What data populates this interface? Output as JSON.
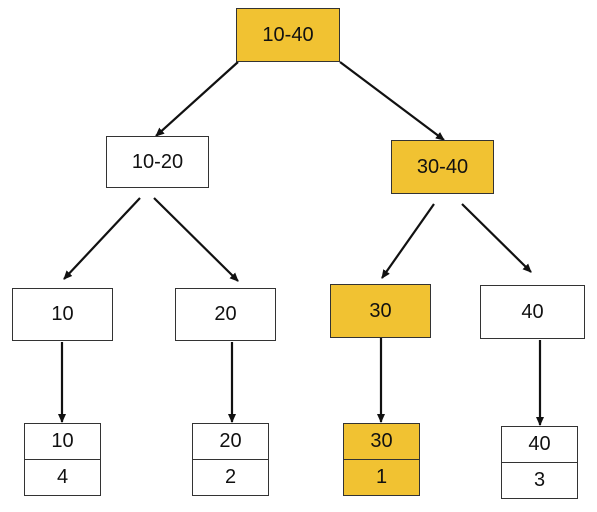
{
  "colors": {
    "highlight": "#f1c232",
    "edge": "#111111"
  },
  "tree": {
    "root": {
      "label": "10-40",
      "highlighted": true
    },
    "left_internal": {
      "label": "10-20",
      "highlighted": false
    },
    "right_internal": {
      "label": "30-40",
      "highlighted": true
    },
    "nodes": [
      {
        "label": "10",
        "highlighted": false
      },
      {
        "label": "20",
        "highlighted": false
      },
      {
        "label": "30",
        "highlighted": true
      },
      {
        "label": "40",
        "highlighted": false
      }
    ],
    "leaves": [
      {
        "key": "10",
        "count": "4",
        "highlighted": false
      },
      {
        "key": "20",
        "count": "2",
        "highlighted": false
      },
      {
        "key": "30",
        "count": "1",
        "highlighted": true
      },
      {
        "key": "40",
        "count": "3",
        "highlighted": false
      }
    ]
  }
}
